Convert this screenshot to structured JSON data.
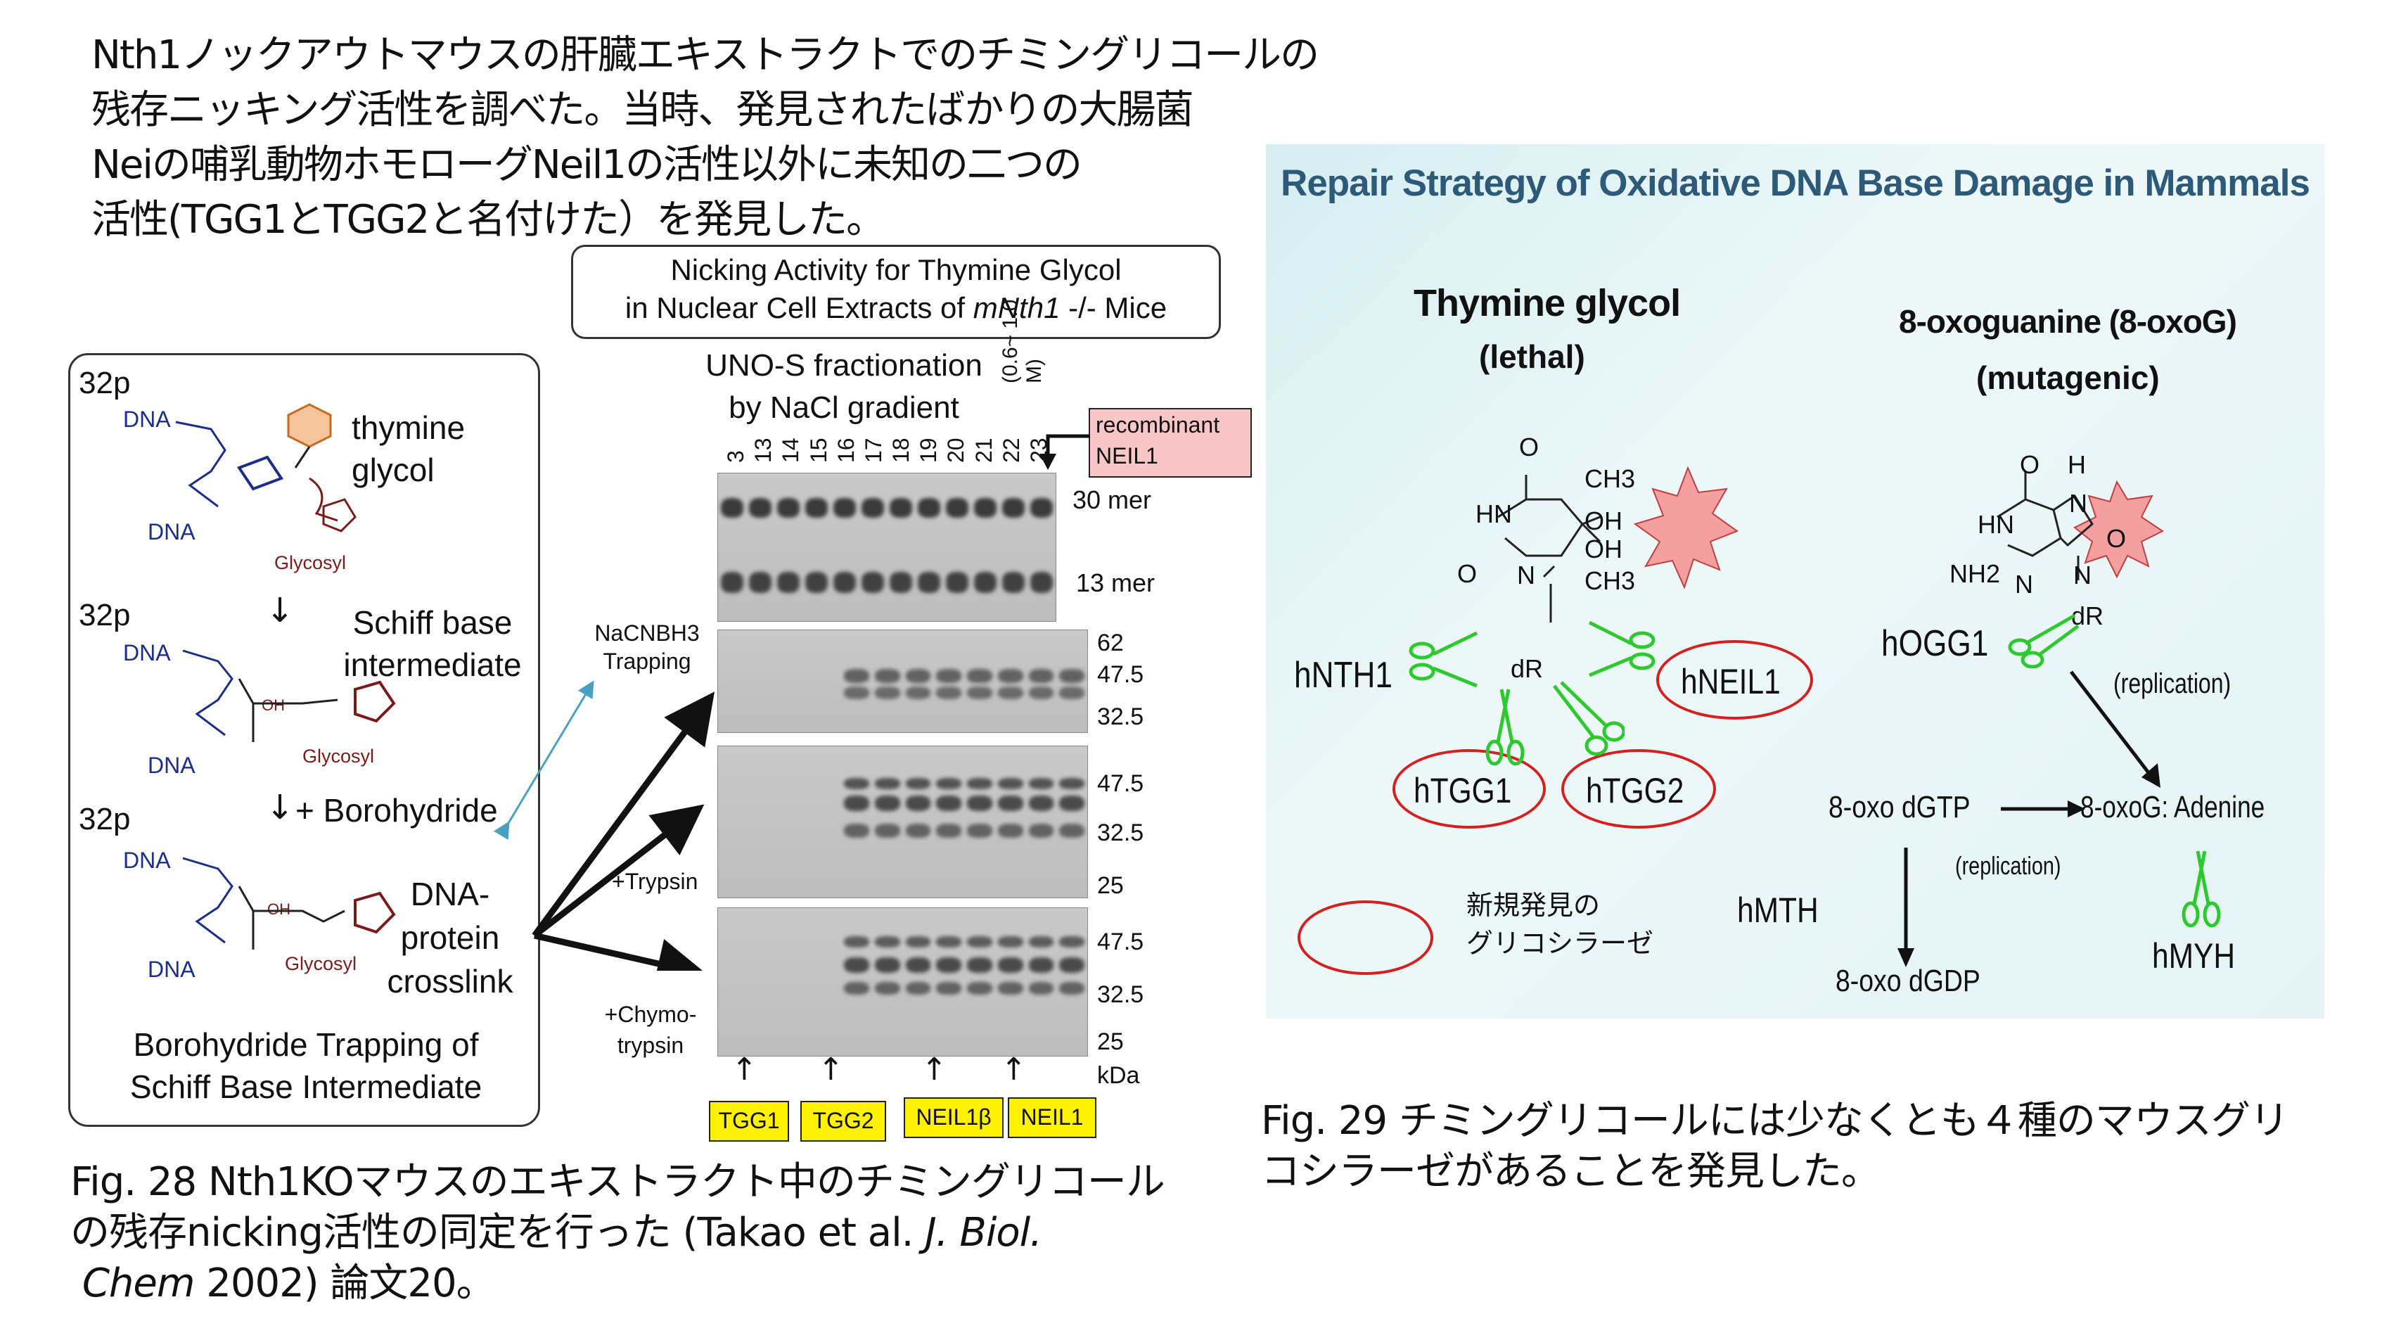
{
  "intro": {
    "lines": [
      "Nth1ノックアウトマウスの肝臓エキストラクトでのチミングリコールの",
      "残存ニッキング活性を調べた。当時、発見されたばかりの大腸菌",
      "Neiの哺乳動物ホモローグNeil1の活性以外に未知の二つの",
      "活性(TGG1とTGG2と名付けた）を発見した。"
    ]
  },
  "fig28": {
    "box_title_line1": "Nicking Activity for Thymine Glycol",
    "box_title_line2_a": "in Nuclear Cell Extracts of ",
    "box_title_line2_italic": "mNth1",
    "box_title_line2_b": " -/- Mice",
    "fractionation_line1": "UNO-S fractionation",
    "fractionation_line2": "by NaCl gradient",
    "salt_range": "(0.6~ 1.0 M)",
    "lanes": [
      "3",
      "13",
      "14",
      "15",
      "16",
      "17",
      "18",
      "19",
      "20",
      "21",
      "22",
      "23"
    ],
    "recombinant_label": "recombinant NEIL1",
    "mer_labels": [
      "30 mer",
      "13 mer"
    ],
    "panel_labels": [
      "NaCNBH3 Trapping",
      "+Trypsin",
      "+Chymo- trypsin"
    ],
    "kda_panel1": [
      "62",
      "47.5",
      "32.5"
    ],
    "kda_panel2": [
      "47.5",
      "32.5",
      "25"
    ],
    "kda_panel3": [
      "47.5",
      "32.5",
      "25"
    ],
    "kda_unit": "kDa",
    "bottom_labels": [
      "TGG1",
      "TGG2",
      "NEIL1β",
      "NEIL1"
    ],
    "caption_line1": "Fig. 28  Nth1KOマウスのエキストラクト中のチミングリコール",
    "caption_line2_a": "の残存nicking活性の同定を行った (Takao et al. ",
    "caption_line2_italic": "J. Biol.",
    "caption_line3_italic": "Chem",
    "caption_line3_b": " 2002) 論文20。"
  },
  "trapping": {
    "step1_label": "32p",
    "step1_name": "thymine glycol",
    "step2_label": "32p",
    "step2_name": "Schiff base intermediate",
    "step3_label": "32p",
    "borohydride": "+ Borohydride",
    "step3_name": "DNA- protein crosslink",
    "dna": "DNA",
    "glycosyl": "Glycosyl",
    "oh": "OH",
    "footer_line1": "Borohydride Trapping of",
    "footer_line2": "Schiff Base Intermediate"
  },
  "fig29": {
    "panel_title": "Repair Strategy of Oxidative DNA Base Damage in Mammals",
    "tg_title": "Thymine glycol",
    "tg_sub": "(lethal)",
    "oxog_title": "8-oxoguanine (8-oxoG)",
    "oxog_sub": "(mutagenic)",
    "enzymes": [
      "hNTH1",
      "hNEIL1",
      "hTGG1",
      "hTGG2",
      "hOGG1",
      "hMTH",
      "hMYH"
    ],
    "tg_atoms": [
      "O",
      "HN",
      "CH3",
      "OH",
      "OH",
      "CH3",
      "O",
      "N",
      "dR"
    ],
    "og_atoms": [
      "O",
      "H",
      "HN",
      "N",
      "O",
      "NH2",
      "N",
      "N",
      "dR"
    ],
    "replication": "(replication)",
    "oxo_dgtp": "8-oxo dGTP",
    "oxog_adenine": "8-oxoG: Adenine",
    "oxo_dgdp": "8-oxo dGDP",
    "legend_line1": "新規発見の",
    "legend_line2": "グリコシラーゼ",
    "caption_line1": "Fig. 29 チミングリコールには少なくとも４種のマウスグリ",
    "caption_line2": "コシラーゼがあることを発見した。"
  },
  "colors": {
    "title_blue": "#2c5a78",
    "red": "#d42020",
    "green": "#2ec92e",
    "yellow": "#fff200",
    "pink": "#f4b6b6"
  }
}
